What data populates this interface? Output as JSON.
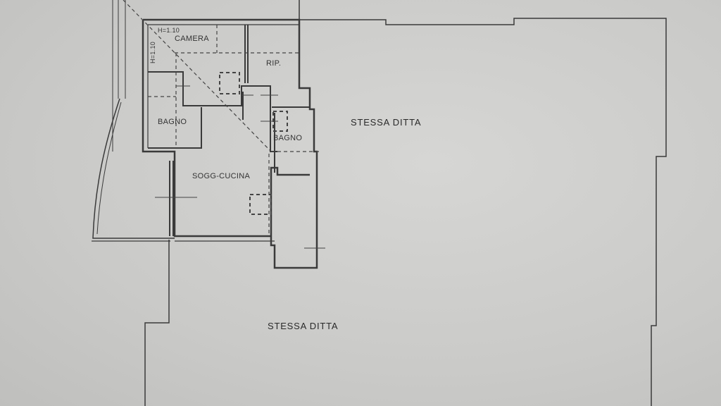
{
  "plan": {
    "rooms": {
      "camera": "CAMERA",
      "rip": "RIP.",
      "bagno_1": "BAGNO",
      "bagno_2": "BAGNO",
      "sogg_cucina": "SOGG-CUCINA"
    },
    "annotations": {
      "height_horizontal": "H=1.10",
      "height_vertical": "H=1.10"
    },
    "neighbors": {
      "right": "STESSA DITTA",
      "bottom": "STESSA DITTA"
    }
  }
}
